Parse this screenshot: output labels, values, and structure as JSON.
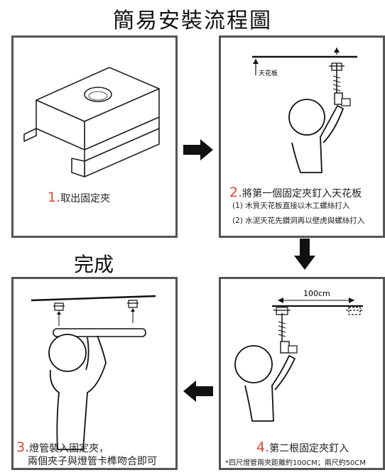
{
  "title": "簡易安裝流程圖",
  "done_label": "完成",
  "step1": {
    "num": "1.",
    "text": "取出固定夾"
  },
  "step2": {
    "num": "2.",
    "text": "將第一個固定夾釘入天花板",
    "notes": [
      "(1) 木質天花板直接以木工螺絲打入",
      "(2) 水泥天花先鑽洞再以壁虎與螺絲打入"
    ],
    "ceiling_label": "天花板"
  },
  "step3": {
    "num": "3.",
    "line1": "燈管裝入固定夾，",
    "line2": "兩個夾子與燈管卡榫吻合即可"
  },
  "step4": {
    "num": "4.",
    "text": "第二根固定夾釘入",
    "distance": "100cm",
    "note": "*四尺燈管兩夾距離約100CM；兩尺約50CM"
  }
}
